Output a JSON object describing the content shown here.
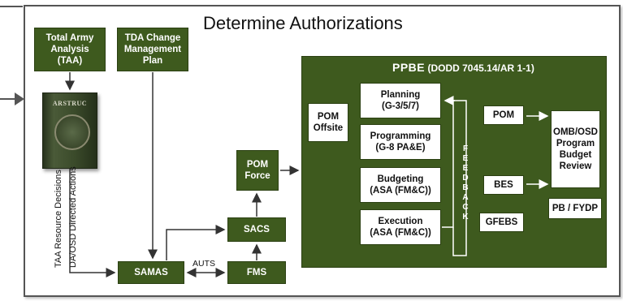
{
  "title": "Determine Authorizations",
  "left_boxes": {
    "taa": "Total Army\nAnalysis\n(TAA)",
    "tda": "TDA Change\nManagement\nPlan"
  },
  "book": {
    "label": "ARSTRUC"
  },
  "vertical_labels": {
    "taa_decisions": "TAA Resource Decisions",
    "directed_actions": "DA/OSD Directed Actions"
  },
  "flow": {
    "samas": "SAMAS",
    "fms": "FMS",
    "sacs": "SACS",
    "pom_force": "POM\nForce",
    "auts": "AUTS"
  },
  "ppbe": {
    "title_big": "PPBE",
    "title_ref": "(DODD 7045.14/AR 1-1)",
    "pom_offsite": "POM\nOffsite",
    "planning": "Planning\n(G-3/5/7)",
    "programming": "Programming\n(G-8 PA&E)",
    "budgeting": "Budgeting\n(ASA (FM&C))",
    "execution": "Execution\n(ASA (FM&C))",
    "feedback": "FEEDBACK",
    "pom": "POM",
    "bes": "BES",
    "gfebs": "GFEBS",
    "review": "OMB/OSD\nProgram\nBudget\nReview",
    "pb_fydp": "PB / FYDP"
  },
  "colors": {
    "green": "#3e5a1e",
    "frame": "#555555"
  }
}
